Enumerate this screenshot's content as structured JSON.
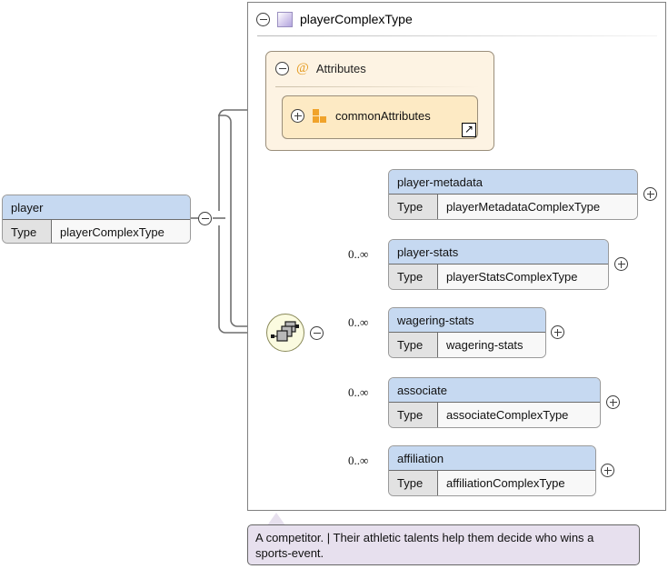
{
  "diagram": {
    "kind": "xml-schema-diagram",
    "colors": {
      "element_header": "#c6d9f1",
      "type_key_cell": "#e2e2e2",
      "attributes_box": "#fdf3e3",
      "attribute_ref_box": "#fdeac4",
      "attribute_icon": "#f0a32b",
      "complextype_icon": "#b2a4dd",
      "sequence_circle": "#fbfbe0",
      "annotation_box": "#e7e0ee",
      "border": "#9a9a9a"
    }
  },
  "root_element": {
    "name": "player",
    "type_key": "Type",
    "type_value": "playerComplexType",
    "toggle": "minus"
  },
  "complex_type": {
    "title": "playerComplexType",
    "toggle": "minus",
    "icon": "complextype-icon",
    "attributes_group": {
      "label": "Attributes",
      "toggle": "minus",
      "icon": "at-sign-icon",
      "references": [
        {
          "label": "commonAttributes",
          "toggle": "plus",
          "icon": "attribute-group-icon",
          "link_icon": "external-link-arrow-icon"
        }
      ]
    },
    "compositor": {
      "kind": "sequence",
      "icon": "sequence-icon",
      "toggle": "minus"
    },
    "children": [
      {
        "name": "player-metadata",
        "type_key": "Type",
        "type_value": "playerMetadataComplexType",
        "cardinality": "",
        "toggle": "plus"
      },
      {
        "name": "player-stats",
        "type_key": "Type",
        "type_value": "playerStatsComplexType",
        "cardinality": "0..∞",
        "toggle": "plus"
      },
      {
        "name": "wagering-stats",
        "type_key": "Type",
        "type_value": "wagering-stats",
        "cardinality": "0..∞",
        "toggle": "plus"
      },
      {
        "name": "associate",
        "type_key": "Type",
        "type_value": "associateComplexType",
        "cardinality": "0..∞",
        "toggle": "plus"
      },
      {
        "name": "affiliation",
        "type_key": "Type",
        "type_value": "affiliationComplexType",
        "cardinality": "0..∞",
        "toggle": "plus"
      }
    ]
  },
  "annotation": {
    "text": "A competitor. | Their athletic talents help them decide who wins a sports-event."
  }
}
